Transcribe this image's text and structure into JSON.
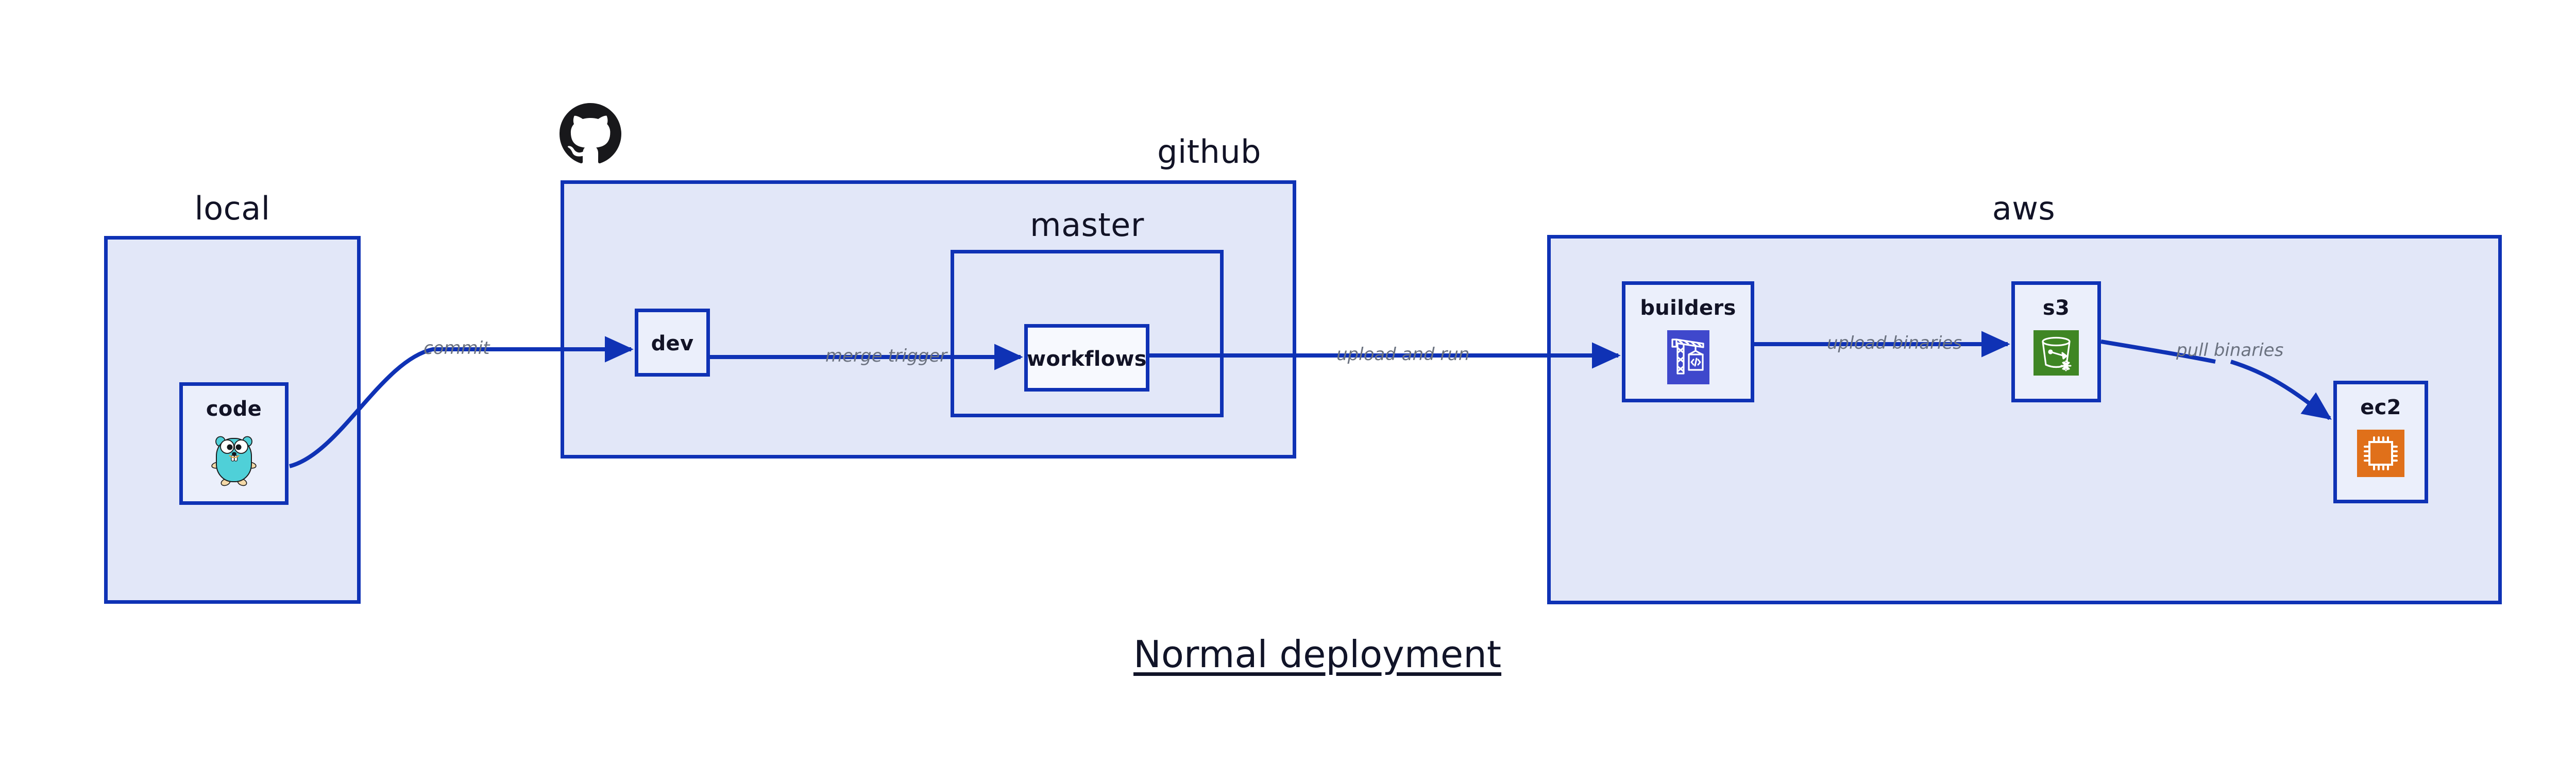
{
  "diagram": {
    "caption": "Normal deployment",
    "accent_border": "#0f32b5",
    "group_fill": "#e2e7f8",
    "node_fill": "#ebeffb",
    "label_color": "#6b7280",
    "text_color": "#121326",
    "background": "#ffffff"
  },
  "groups": {
    "local": {
      "label": "local"
    },
    "github": {
      "label": "github"
    },
    "master": {
      "label": "master"
    },
    "aws": {
      "label": "aws"
    }
  },
  "nodes": {
    "code": {
      "label": "code",
      "icon": "go-gopher-icon"
    },
    "dev": {
      "label": "dev",
      "icon": "none"
    },
    "workflows": {
      "label": "workflows",
      "icon": "none"
    },
    "builders": {
      "label": "builders",
      "icon": "aws-codebuild-crane-icon",
      "icon_color": "#3f48cc"
    },
    "s3": {
      "label": "s3",
      "icon": "aws-s3-glacier-bucket-icon",
      "icon_color": "#3f8624"
    },
    "ec2": {
      "label": "ec2",
      "icon": "aws-ec2-chip-icon",
      "icon_color": "#e0701a"
    }
  },
  "edges": [
    {
      "id": "commit",
      "label": "commit",
      "from": "code",
      "to": "dev"
    },
    {
      "id": "merge-trigger",
      "label": "merge trigger",
      "from": "dev",
      "to": "workflows"
    },
    {
      "id": "upload-and-run",
      "label": "upload and run",
      "from": "workflows",
      "to": "builders"
    },
    {
      "id": "upload-binaries",
      "label": "upload binaries",
      "from": "builders",
      "to": "s3"
    },
    {
      "id": "pull-binaries",
      "label": "pull binaries",
      "from": "s3",
      "to": "ec2"
    }
  ],
  "logos": {
    "github": "github-octocat-icon"
  }
}
